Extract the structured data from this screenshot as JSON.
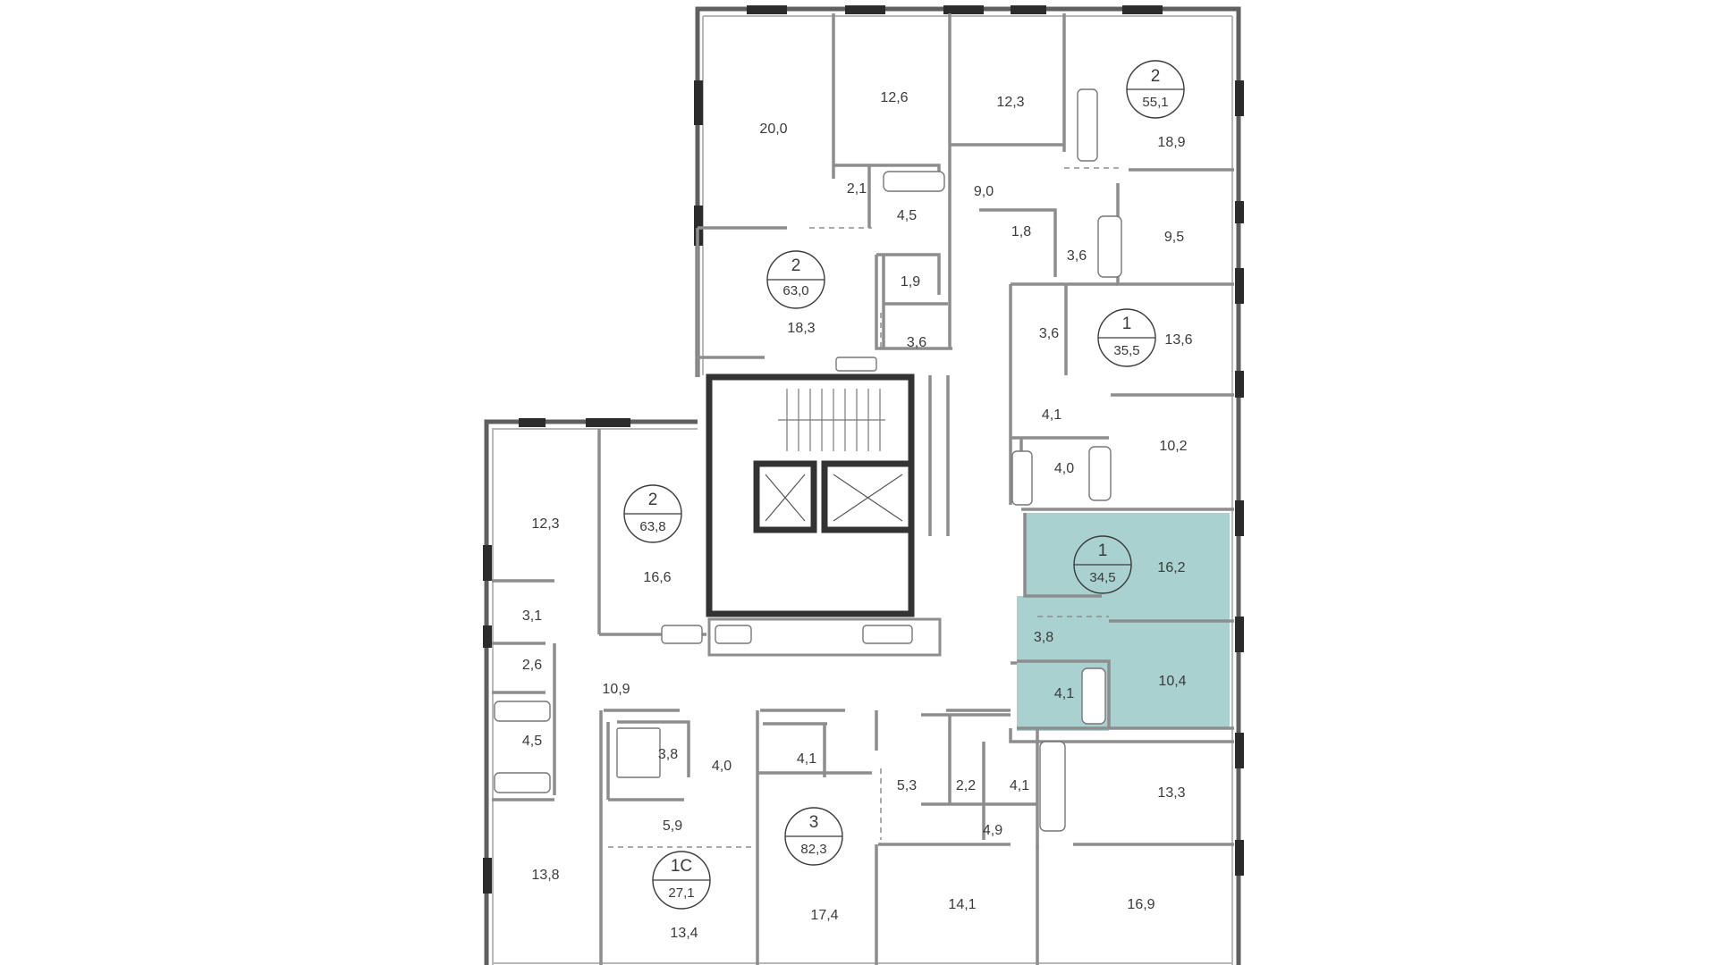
{
  "plan": {
    "highlight_color": "#a9d1cf",
    "wall_color": "#5f5f5f",
    "apartments": [
      {
        "id": "apt-2-55",
        "rooms": "2",
        "area": "55,1"
      },
      {
        "id": "apt-2-63-0",
        "rooms": "2",
        "area": "63,0"
      },
      {
        "id": "apt-1-35",
        "rooms": "1",
        "area": "35,5"
      },
      {
        "id": "apt-2-63-8",
        "rooms": "2",
        "area": "63,8"
      },
      {
        "id": "apt-1-34",
        "rooms": "1",
        "area": "34,5",
        "highlighted": true
      },
      {
        "id": "apt-3-82",
        "rooms": "3",
        "area": "82,3"
      },
      {
        "id": "apt-1c-27",
        "rooms": "1С",
        "area": "27,1"
      }
    ],
    "rooms": [
      "20,0",
      "12,6",
      "12,3",
      "18,9",
      "2,1",
      "4,5",
      "9,0",
      "1,8",
      "3,6",
      "9,5",
      "1,9",
      "18,3",
      "3,6",
      "3,6",
      "13,6",
      "4,1",
      "10,2",
      "4,0",
      "12,3",
      "16,6",
      "16,2",
      "3,1",
      "2,6",
      "10,9",
      "3,8",
      "10,4",
      "4,1",
      "4,5",
      "3,8",
      "4,0",
      "4,1",
      "5,3",
      "2,2",
      "4,1",
      "13,3",
      "5,9",
      "4,9",
      "13,8",
      "17,4",
      "14,1",
      "16,9",
      "13,4"
    ]
  }
}
